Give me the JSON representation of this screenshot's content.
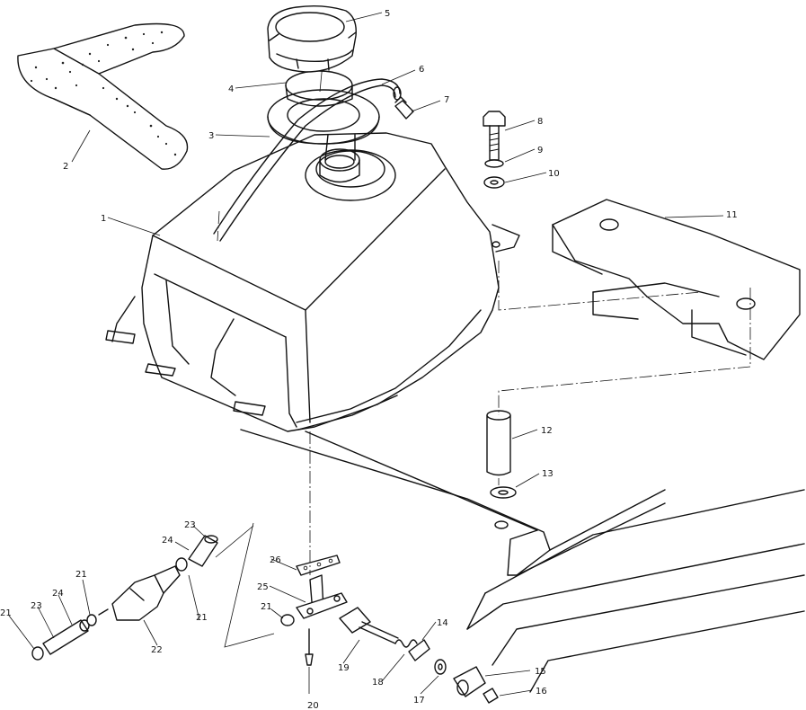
{
  "callouts": [
    {
      "id": "c1",
      "text": "1"
    },
    {
      "id": "c2",
      "text": "2"
    },
    {
      "id": "c3",
      "text": "3"
    },
    {
      "id": "c4",
      "text": "4"
    },
    {
      "id": "c5",
      "text": "5"
    },
    {
      "id": "c6",
      "text": "6"
    },
    {
      "id": "c7",
      "text": "7"
    },
    {
      "id": "c8",
      "text": "8"
    },
    {
      "id": "c9",
      "text": "9"
    },
    {
      "id": "c10",
      "text": "10"
    },
    {
      "id": "c11",
      "text": "11"
    },
    {
      "id": "c12",
      "text": "12"
    },
    {
      "id": "c13",
      "text": "13"
    },
    {
      "id": "c14",
      "text": "14"
    },
    {
      "id": "c15",
      "text": "15"
    },
    {
      "id": "c16",
      "text": "16"
    },
    {
      "id": "c17",
      "text": "17"
    },
    {
      "id": "c18",
      "text": "18"
    },
    {
      "id": "c19",
      "text": "19"
    },
    {
      "id": "c20",
      "text": "20"
    },
    {
      "id": "c21a",
      "text": "21"
    },
    {
      "id": "c21b",
      "text": "21"
    },
    {
      "id": "c21c",
      "text": "21"
    },
    {
      "id": "c21d",
      "text": "21"
    },
    {
      "id": "c22",
      "text": "22"
    },
    {
      "id": "c23a",
      "text": "23"
    },
    {
      "id": "c23b",
      "text": "23"
    },
    {
      "id": "c24a",
      "text": "24"
    },
    {
      "id": "c24b",
      "text": "24"
    },
    {
      "id": "c25",
      "text": "25"
    },
    {
      "id": "c26",
      "text": "26"
    }
  ]
}
